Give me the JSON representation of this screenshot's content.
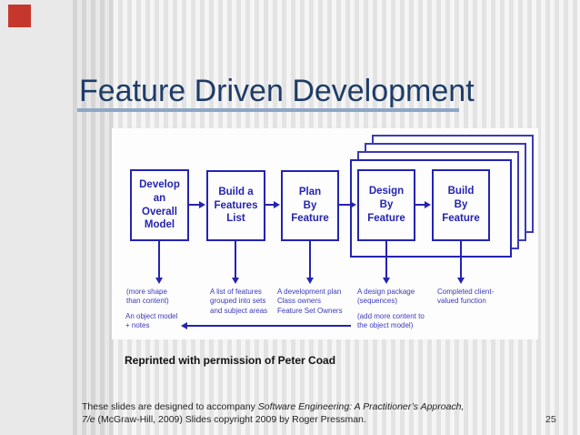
{
  "slide": {
    "title": "Feature Driven Development",
    "attribution": "Reprinted with permission of Peter Coad",
    "page_number": "25"
  },
  "colors": {
    "title_text": "#1e3c67",
    "title_underline": "#8da7c7",
    "diagram_blue": "#2424b2",
    "note_blue": "#3a3abd",
    "marker_red": "#c5372c",
    "panel_background": "#fdfdfd",
    "slide_background": "#e9e9e9"
  },
  "diagram": {
    "process_boxes": [
      {
        "label": "Develop\nan\nOverall\nModel"
      },
      {
        "label": "Build a\nFeatures\nList"
      },
      {
        "label": "Plan\nBy\nFeature"
      },
      {
        "label": "Design\nBy\nFeature"
      },
      {
        "label": "Build\nBy\nFeature"
      }
    ],
    "notes": {
      "develop_model_output": "(more shape\nthan content)",
      "develop_model_artifact": "An object model\n+ notes",
      "features_list_output": "A list of features\ngrouped into sets\nand subject areas",
      "plan_output": "A development plan\nClass owners\nFeature Set Owners",
      "design_output": "A design package\n(sequences)",
      "design_feedback": "(add more content to\nthe object model)",
      "build_output": "Completed client-\nvalued function"
    }
  },
  "footer": {
    "line1_prefix": "These slides are designed to accompany ",
    "line1_italic": "Software Engineering: A Practitioner’s Approach,",
    "line2_italic": "7/e",
    "line2_rest": " (McGraw-Hill, 2009) Slides copyright 2009 by Roger Pressman."
  }
}
